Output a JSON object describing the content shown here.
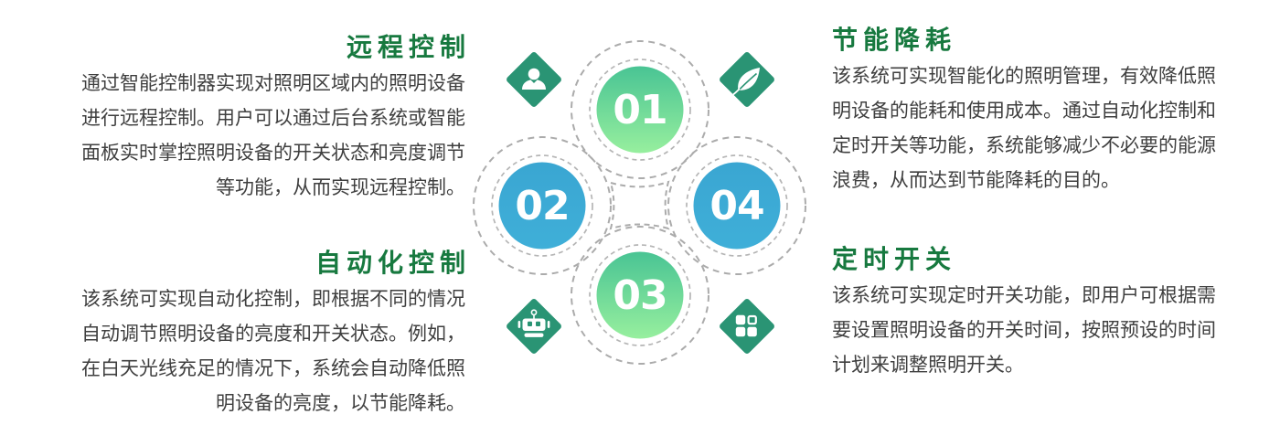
{
  "sections": {
    "remote": {
      "title": "远程控制",
      "body": "通过智能控制器实现对照明区域内的照明设备进行远程控制。用户可以通过后台系统或智能面板实时掌控照明设备的开关状态和亮度调节等功能，从而实现远程控制。"
    },
    "energy": {
      "title": "节能降耗",
      "body": "该系统可实现智能化的照明管理，有效降低照明设备的能耗和使用成本。通过自动化控制和定时开关等功能，系统能够减少不必要的能源浪费，从而达到节能降耗的目的。"
    },
    "automation": {
      "title": "自动化控制",
      "body": "该系统可实现自动化控制，即根据不同的情况自动调节照明设备的亮度和开关状态。例如，在白天光线充足的情况下，系统会自动降低照明设备的亮度，以节能降耗。"
    },
    "timer": {
      "title": "定时开关",
      "body": "该系统可实现定时开关功能，即用户可根据需要设置照明设备的开关时间，按照预设的时间计划来调整照明开关。"
    }
  },
  "diagram": {
    "nodes": [
      {
        "number": "01",
        "color_style": "green-gradient"
      },
      {
        "number": "02",
        "color_style": "blue"
      },
      {
        "number": "03",
        "color_style": "green-gradient"
      },
      {
        "number": "04",
        "color_style": "blue"
      }
    ],
    "icons": [
      {
        "name": "user-icon"
      },
      {
        "name": "leaf-icon"
      },
      {
        "name": "robot-icon"
      },
      {
        "name": "grid-icon"
      }
    ]
  },
  "colors": {
    "header_green": "#17793f",
    "body_text": "#3f3f3f",
    "diamond_green": "#2a9474",
    "circle_blue": "#3cabd5",
    "circle_green_top": "#49c494",
    "circle_green_bottom": "#97ef9e",
    "dash_gray": "#ababab"
  }
}
